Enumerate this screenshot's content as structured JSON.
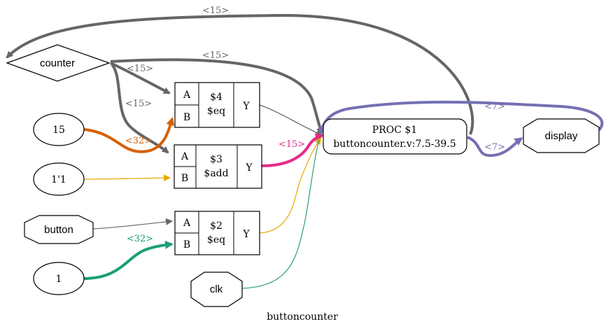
{
  "module_title": "buttoncounter",
  "colors": {
    "gray": "#666666",
    "orange": "#d95f02",
    "amber": "#e6ab02",
    "pink": "#e7298a",
    "green": "#1b9e77",
    "purple": "#7570b3",
    "thin_green": "#2f9e77"
  },
  "nodes": {
    "counter": "counter",
    "c15": "15",
    "c1p1": "1'1",
    "button": "button",
    "c1": "1",
    "clk": "clk",
    "display": "display",
    "eq4": {
      "a": "A",
      "b": "B",
      "id": "$4",
      "op": "$eq",
      "y": "Y"
    },
    "add3": {
      "a": "A",
      "b": "B",
      "id": "$3",
      "op": "$add",
      "y": "Y"
    },
    "eq2": {
      "a": "A",
      "b": "B",
      "id": "$2",
      "op": "$eq",
      "y": "Y"
    },
    "proc": {
      "line1": "PROC $1",
      "line2": "buttoncounter.v:7.5-39.5"
    }
  },
  "edge_labels": {
    "top_feedback": "<15>",
    "counter_to_proc": "<15>",
    "counter_to_eq4": "<15>",
    "counter_to_add3": "<15>",
    "c15_to_eq4": "<32>",
    "add3_to_proc": "<15>",
    "c1_to_eq2": "<32>",
    "proc_to_display": "<7>",
    "display_back": "<7>"
  }
}
